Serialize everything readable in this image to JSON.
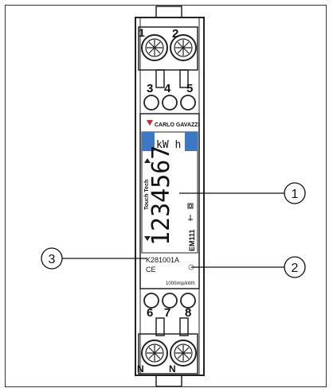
{
  "terminals_top_screws": [
    "1",
    "2"
  ],
  "terminals_top_row": [
    "3",
    "4",
    "5"
  ],
  "terminals_bottom_row": [
    "6",
    "7",
    "8"
  ],
  "terminals_bottom_screws": [
    "N",
    "N"
  ],
  "brand": "CARLO GAVAZZI",
  "unit": "kW h",
  "reading": "1234567",
  "side_label": "Touch Tech",
  "model": "EM111",
  "serial": "K281001A",
  "ce_mark": "CE",
  "impulse": "1000imp/kWh",
  "callouts": [
    "1",
    "2",
    "3"
  ],
  "colors": {
    "brand_red": "#d6202a",
    "lcd_blue": "#3d78c4",
    "outline": "#222222"
  }
}
